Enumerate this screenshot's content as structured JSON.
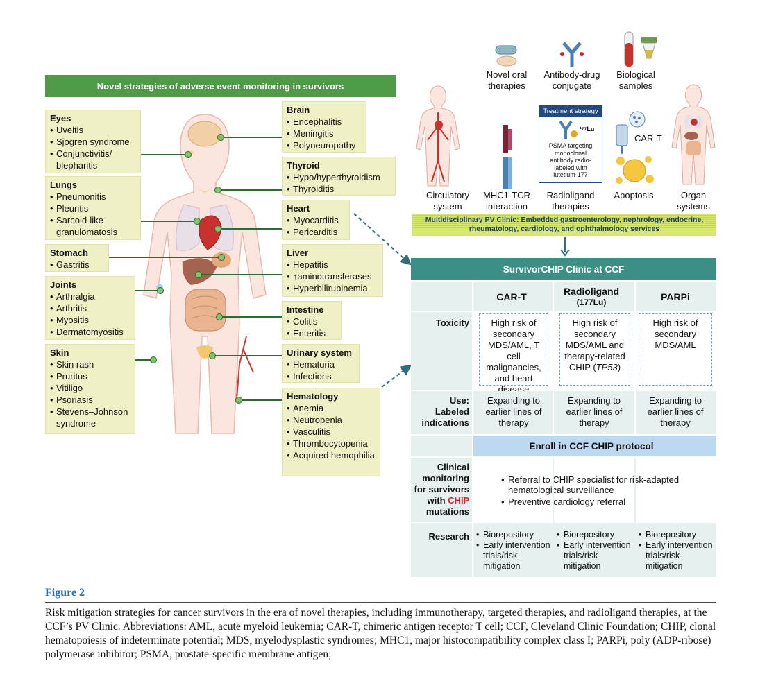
{
  "left_panel": {
    "banner": "Novel strategies of adverse event monitoring in survivors",
    "boxes": {
      "eyes": {
        "title": "Eyes",
        "items": [
          "Uveitis",
          "Sjögren syndrome",
          "Conjunctivitis/ blepharitis"
        ]
      },
      "lungs": {
        "title": "Lungs",
        "items": [
          "Pneumonitis",
          "Pleuritis",
          "Sarcoid-like granulomatosis"
        ]
      },
      "stomach": {
        "title": "Stomach",
        "items": [
          "Gastritis"
        ]
      },
      "joints": {
        "title": "Joints",
        "items": [
          "Arthralgia",
          "Arthritis",
          "Myositis",
          "Dermatomyositis"
        ]
      },
      "skin": {
        "title": "Skin",
        "items": [
          "Skin rash",
          "Pruritus",
          "Vitiligo",
          "Psoriasis",
          "Stevens–Johnson syndrome"
        ]
      },
      "brain": {
        "title": "Brain",
        "items": [
          "Encephalitis",
          "Meningitis",
          "Polyneuropathy"
        ]
      },
      "thyroid": {
        "title": "Thyroid",
        "items": [
          "Hypo/hyperthyroidism",
          "Thyroiditis"
        ]
      },
      "heart": {
        "title": "Heart",
        "items": [
          "Myocarditis",
          "Pericarditis"
        ]
      },
      "liver": {
        "title": "Liver",
        "items": [
          "Hepatitis",
          "↑aminotransferases",
          "Hyperbilirubinemia"
        ]
      },
      "intestine": {
        "title": "Intestine",
        "items": [
          "Colitis",
          "Enteritis"
        ]
      },
      "urinary": {
        "title": "Urinary system",
        "items": [
          "Hematuria",
          "Infections"
        ]
      },
      "hematology": {
        "title": "Hematology",
        "items": [
          "Anemia",
          "Neutropenia",
          "Vasculitis",
          "Thrombocytopenia",
          "Acquired hemophilia"
        ]
      }
    }
  },
  "top_right": {
    "icons": {
      "oral": "Novel oral therapies",
      "adc": "Antibody-drug conjugate",
      "bio": "Biological samples",
      "circulatory": "Circulatory system",
      "mhc": "MHC1-TCR interaction",
      "radioligand": "Radioligand therapies",
      "apoptosis": "Apoptosis",
      "organ": "Organ systems",
      "cart": "CAR-T"
    },
    "treatment_box": {
      "header": "Treatment strategy",
      "isotope": "177Lu",
      "text": "PSMA targeting monoclonal antibody radio-labeled with lutetium-177"
    },
    "pv_banner": "Multidisciplinary PV Clinic: Embedded gastroenterology, nephrology, endocrine, rheumatology, cardiology, and ophthalmology services"
  },
  "clinic": {
    "title": "SurvivorCHIP Clinic at CCF",
    "columns": [
      "CAR-T",
      "Radioligand",
      "PARPi"
    ],
    "radioligand_sub": "(177Lu)",
    "toxicity_label": "Toxicity",
    "toxicity": [
      "High risk of secondary MDS/AML, T cell malignancies, and heart disease",
      "High risk of secondary MDS/AML and therapy-related CHIP (TP53)",
      "High risk of secondary MDS/AML"
    ],
    "use_label": "Use: Labeled indications",
    "use": [
      "Expanding to earlier lines of therapy",
      "Expanding to earlier lines of therapy",
      "Expanding to earlier lines of therapy"
    ],
    "enroll": "Enroll in CCF CHIP protocol",
    "monitoring_label_pre": "Clinical monitoring for survivors with",
    "monitoring_label_chip": "CHIP",
    "monitoring_label_post": "mutations",
    "monitoring": [
      "Referral to CHIP specialist for risk-adapted hematological surveillance",
      "Preventive cardiology referral"
    ],
    "research_label": "Research",
    "research": [
      "Biorepository",
      "Early intervention trials/risk mitigation"
    ]
  },
  "caption": {
    "fig": "Figure 2",
    "text": "Risk mitigation strategies for cancer survivors in the era of novel therapies, including immunotherapy, targeted therapies, and radioligand therapies, at the CCF’s PV Clinic. Abbreviations: AML, acute myeloid leukemia; CAR-T, chimeric antigen receptor T cell; CCF, Cleveland Clinic Foundation; CHIP, clonal hematopoiesis of indeterminate potential; MDS, myelodysplastic syndromes; MHC1, major histocompatibility complex class I; PARPi, poly (ADP-ribose) polymerase inhibitor; PSMA, prostate-specific membrane antigen;"
  },
  "colors": {
    "green_banner": "#4e9a46",
    "box_fill": "#f0f0c6",
    "teal": "#3b8f84",
    "table_light": "#e6f0ef",
    "enroll_blue": "#bcd9ef",
    "caption_blue": "#2a6fb2",
    "chip_red": "#d0222b"
  }
}
